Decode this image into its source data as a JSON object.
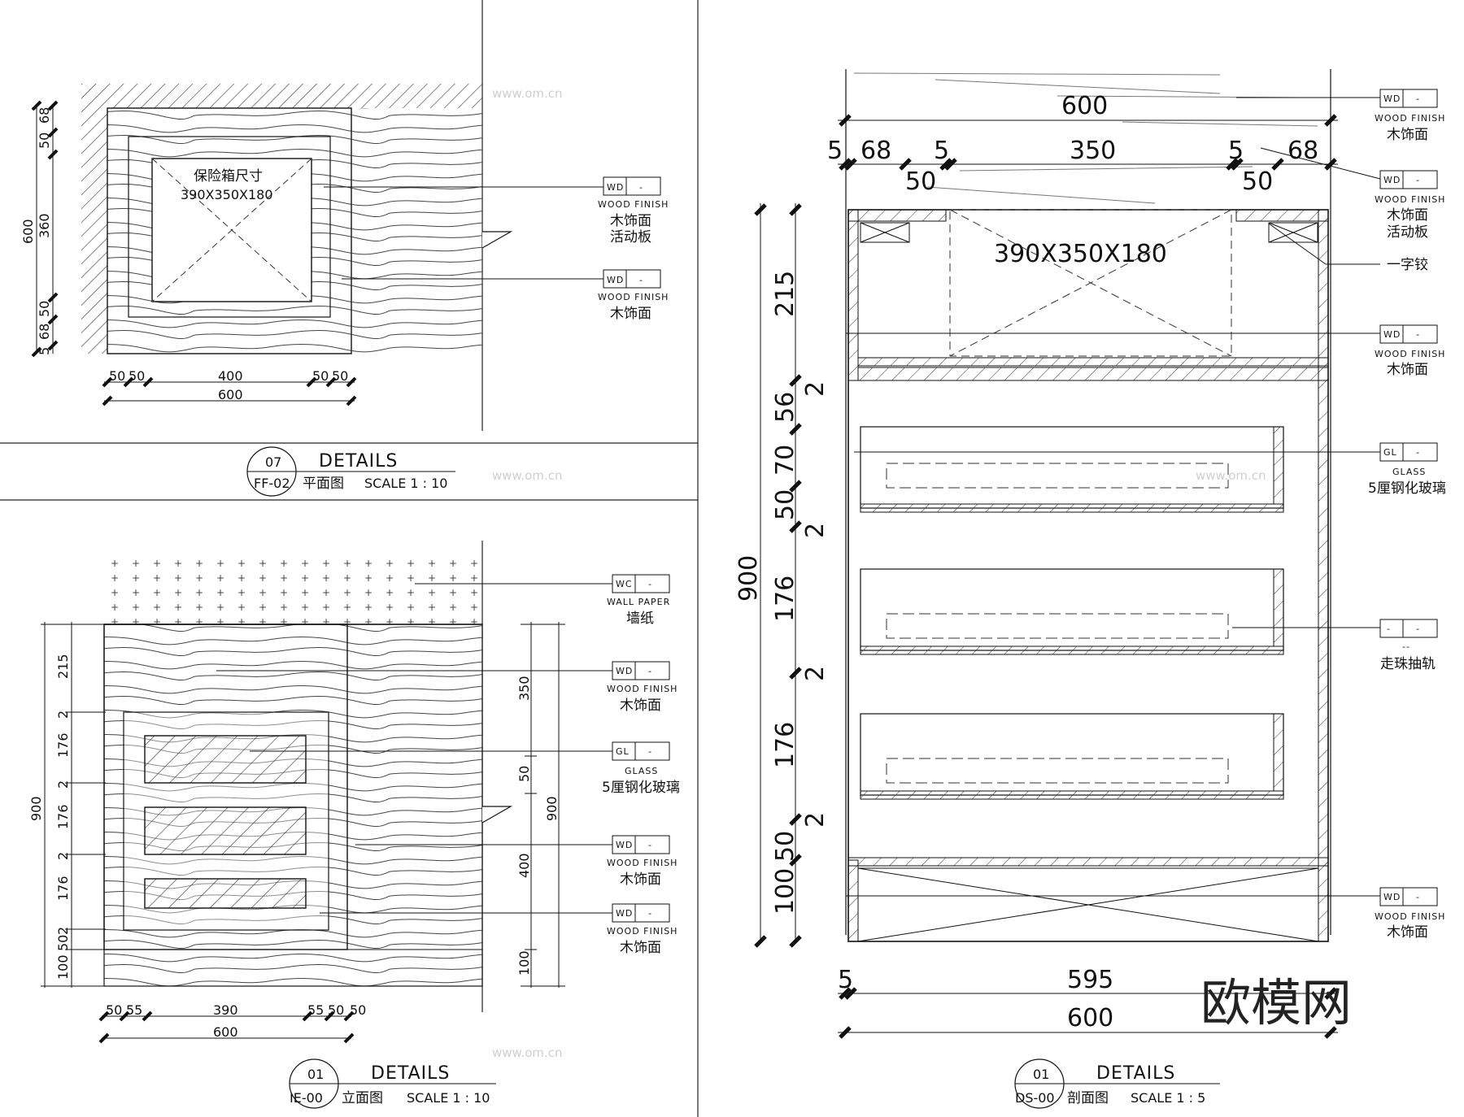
{
  "panel_plan": {
    "label_safe": "保险箱尺寸",
    "safe_size": "390X350X180",
    "callouts": [
      {
        "code": "WD",
        "val": "-",
        "en": "WOOD FINISH",
        "cn": "木饰面",
        "cn2": "活动板"
      },
      {
        "code": "WD",
        "val": "-",
        "en": "WOOD FINISH",
        "cn": "木饰面"
      }
    ],
    "dims_left": [
      "68",
      "50",
      "360",
      "50",
      "68",
      "5"
    ],
    "dim_left_total": "600",
    "dims_bottom": [
      "50",
      "50",
      "400",
      "50",
      "50"
    ],
    "dim_bottom_total": "600",
    "title": {
      "num": "07",
      "sheet": "FF-02",
      "heading": "DETAILS",
      "type": "平面图",
      "scale": "SCALE 1 : 10"
    }
  },
  "panel_elev": {
    "callouts": [
      {
        "code": "WC",
        "val": "-",
        "en": "WALL PAPER",
        "cn": "墙纸"
      },
      {
        "code": "WD",
        "val": "-",
        "en": "WOOD FINISH",
        "cn": "木饰面"
      },
      {
        "code": "GL",
        "val": "-",
        "en": "GLASS",
        "cn": "5厘钢化玻璃"
      },
      {
        "code": "WD",
        "val": "-",
        "en": "WOOD FINISH",
        "cn": "木饰面"
      },
      {
        "code": "WD",
        "val": "-",
        "en": "WOOD FINISH",
        "cn": "木饰面"
      }
    ],
    "dims_left": [
      "215",
      "2",
      "176",
      "2",
      "176",
      "2",
      "176",
      "2",
      "50",
      "100"
    ],
    "dim_left_total": "900",
    "dims_right": [
      "350",
      "50",
      "400",
      "100"
    ],
    "dim_right_total": "900",
    "dims_bottom": [
      "50",
      "55",
      "390",
      "55",
      "50",
      "50"
    ],
    "dim_bottom_total": "600",
    "title": {
      "num": "01",
      "sheet": "IE-00",
      "heading": "DETAILS",
      "type": "立面图",
      "scale": "SCALE 1 : 10"
    }
  },
  "panel_section": {
    "safe_size": "390X350X180",
    "dims_top_total": "600",
    "dims_top": [
      "5",
      "68",
      "5",
      "350",
      "5",
      "68",
      "50",
      "50"
    ],
    "dims_left": [
      "215",
      "2",
      "56",
      "70",
      "50",
      "2",
      "176",
      "2",
      "176",
      "2",
      "50",
      "100"
    ],
    "dim_left_total": "900",
    "dim_bottom_inner": "595",
    "dim_bottom_inner_offset": "5",
    "dim_bottom_total": "600",
    "callouts": [
      {
        "code": "WD",
        "val": "-",
        "en": "WOOD FINISH",
        "cn": "木饰面"
      },
      {
        "code": "WD",
        "val": "-",
        "en": "WOOD FINISH",
        "cn": "木饰面",
        "cn2": "活动板"
      },
      {
        "cn": "一字铰"
      },
      {
        "code": "WD",
        "val": "-",
        "en": "WOOD FINISH",
        "cn": "木饰面"
      },
      {
        "code": "GL",
        "val": "-",
        "en": "GLASS",
        "cn": "5厘钢化玻璃"
      },
      {
        "code": "-",
        "val": "-",
        "en": "--",
        "cn": "走珠抽轨"
      },
      {
        "code": "WD",
        "val": "-",
        "en": "WOOD FINISH",
        "cn": "木饰面"
      }
    ],
    "title": {
      "num": "01",
      "sheet": "DS-00",
      "heading": "DETAILS",
      "type": "剖面图",
      "scale": "SCALE 1 : 5"
    }
  },
  "watermark": {
    "text": "欧模网",
    "url": "www.om.cn"
  }
}
